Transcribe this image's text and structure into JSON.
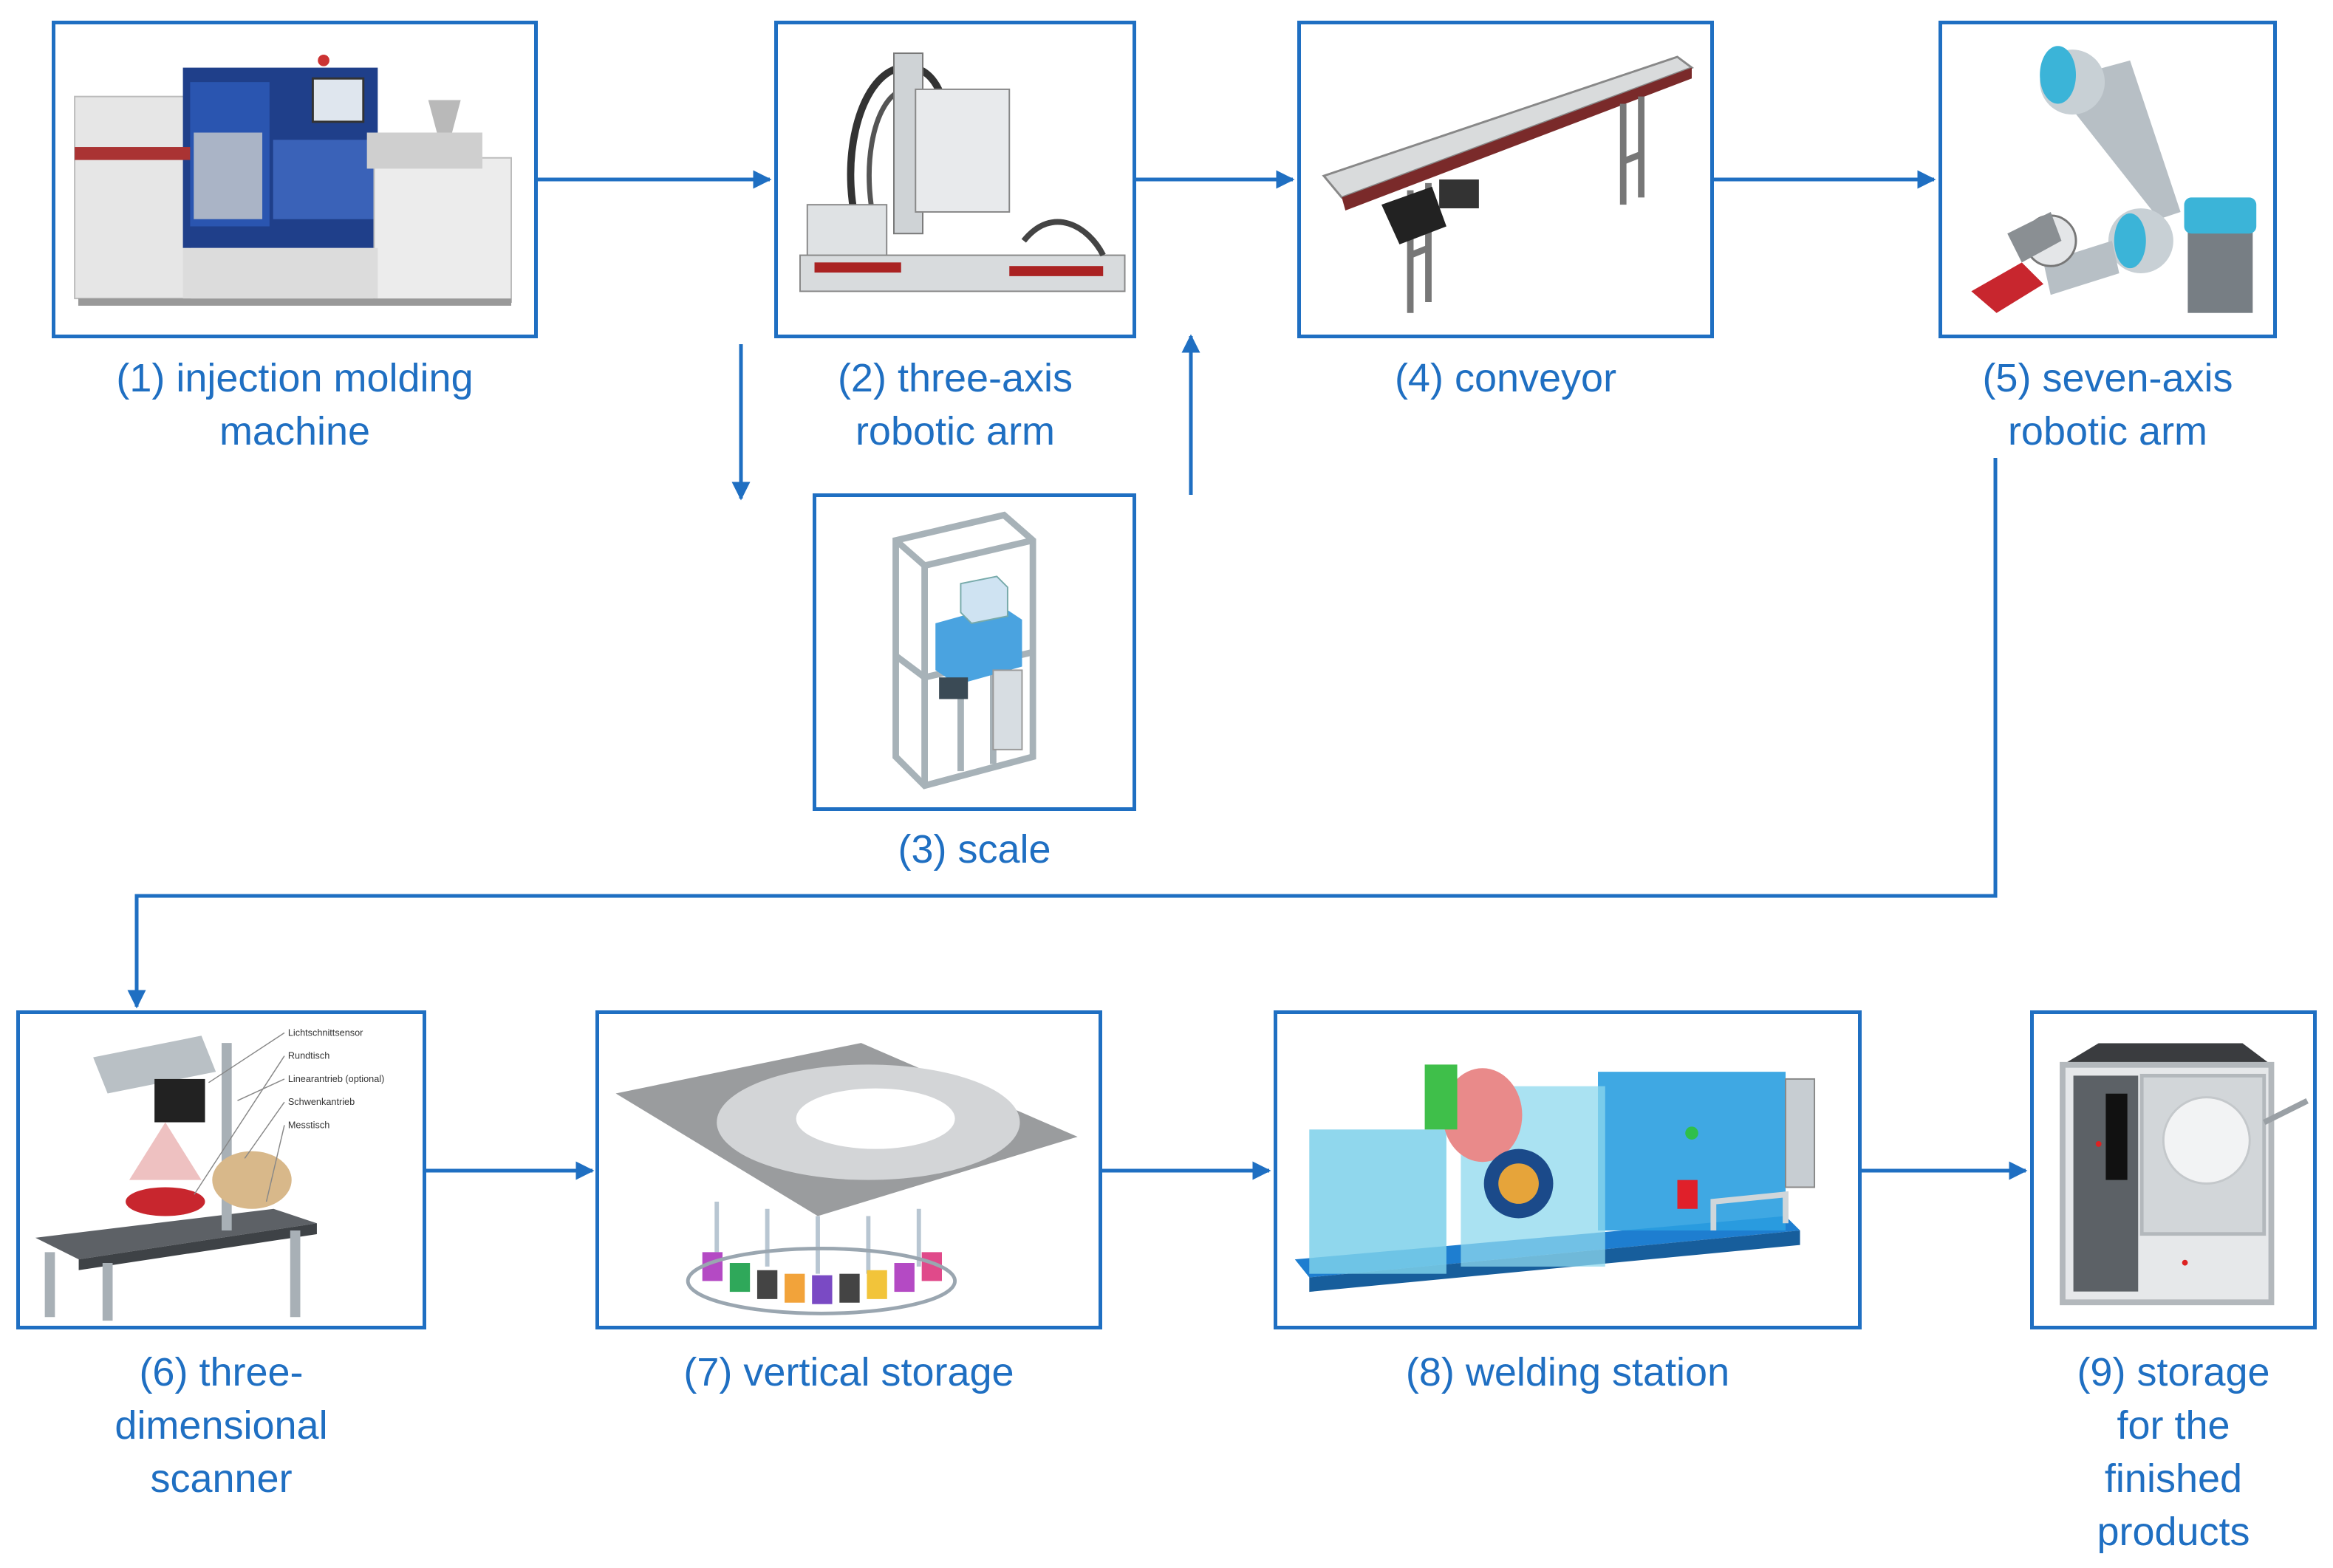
{
  "nodes": [
    {
      "id": "injection-molding-machine",
      "caption": [
        "(1) injection molding",
        "machine"
      ]
    },
    {
      "id": "three-axis-robotic-arm",
      "caption": [
        "(2) three-axis",
        "robotic arm"
      ]
    },
    {
      "id": "scale",
      "caption": [
        "(3) scale"
      ]
    },
    {
      "id": "conveyor",
      "caption": [
        "(4) conveyor"
      ]
    },
    {
      "id": "seven-axis-robotic-arm",
      "caption": [
        "(5) seven-axis",
        "robotic arm"
      ]
    },
    {
      "id": "three-dimensional-scanner",
      "caption": [
        "(6) three-",
        "dimensional",
        "scanner"
      ]
    },
    {
      "id": "vertical-storage",
      "caption": [
        "(7) vertical storage"
      ]
    },
    {
      "id": "welding-station",
      "caption": [
        "(8) welding station"
      ]
    },
    {
      "id": "storage-finished-products",
      "caption": [
        "(9) storage",
        "for the",
        "finished",
        "products"
      ]
    }
  ],
  "image_labels": {
    "scanner": [
      "Lichtschnittsensor",
      "Rundtisch",
      "Linearantrieb (optional)",
      "Schwenkantrieb",
      "Messtisch"
    ]
  },
  "edges": [
    {
      "from": "injection-molding-machine",
      "to": "three-axis-robotic-arm"
    },
    {
      "from": "three-axis-robotic-arm",
      "to": "scale"
    },
    {
      "from": "scale",
      "to": "three-axis-robotic-arm"
    },
    {
      "from": "three-axis-robotic-arm",
      "to": "conveyor"
    },
    {
      "from": "conveyor",
      "to": "seven-axis-robotic-arm"
    },
    {
      "from": "seven-axis-robotic-arm",
      "to": "three-dimensional-scanner"
    },
    {
      "from": "three-dimensional-scanner",
      "to": "vertical-storage"
    },
    {
      "from": "vertical-storage",
      "to": "welding-station"
    },
    {
      "from": "welding-station",
      "to": "storage-finished-products"
    }
  ],
  "colors": {
    "accent": "#1f6fc2"
  }
}
